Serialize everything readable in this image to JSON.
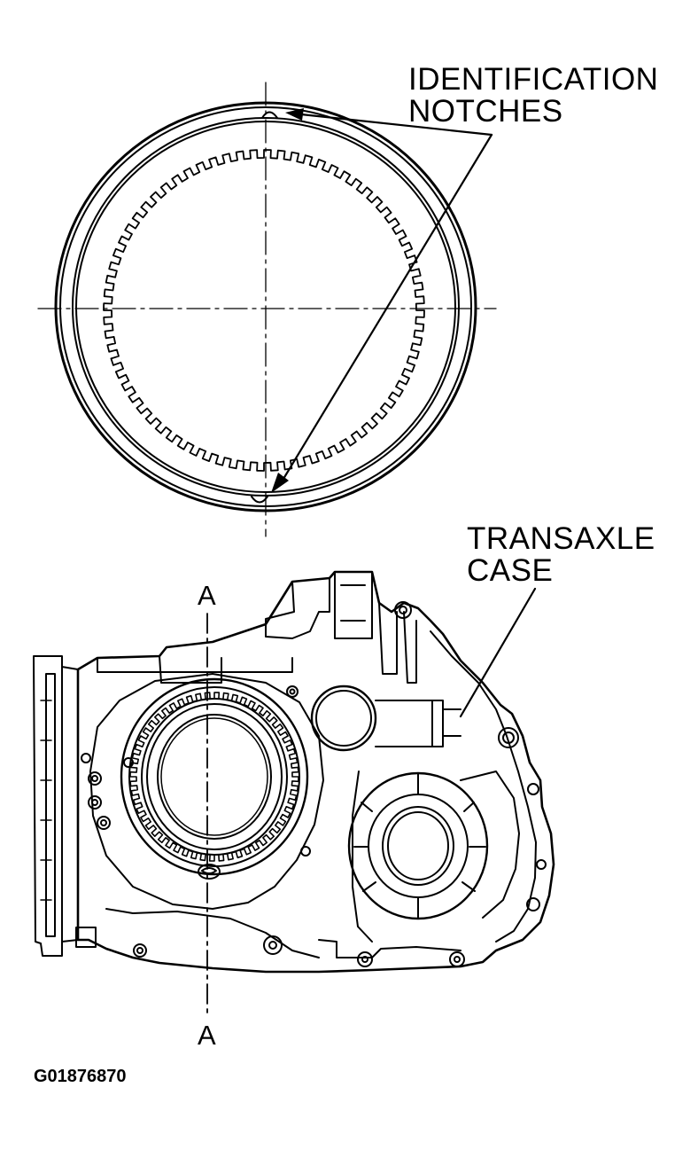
{
  "callouts": {
    "identification_line1": "IDENTIFICATION",
    "identification_line2": "NOTCHES",
    "case_line1": "TRANSAXLE",
    "case_line2": "CASE"
  },
  "section_marks": {
    "top": "A",
    "bottom": "A"
  },
  "figure_id": "G01876870",
  "colors": {
    "ink": "#000000",
    "paper": "#ffffff"
  }
}
